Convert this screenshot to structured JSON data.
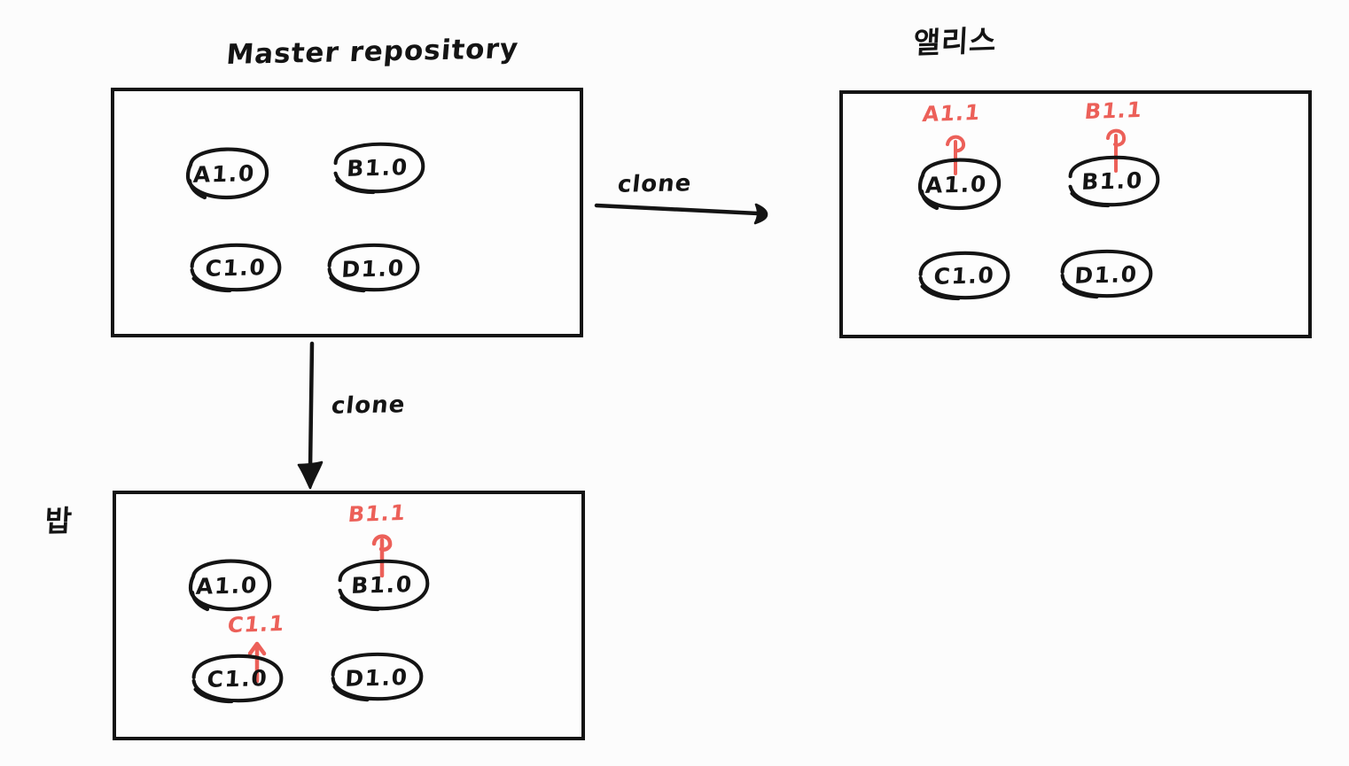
{
  "diagram": {
    "title_master": "Master repository",
    "title_alice": "앨리스",
    "title_bob": "밥",
    "colors": {
      "ink": "#141414",
      "annotation_red": "#ec6059",
      "background": "#fcfcfc"
    },
    "edges": [
      {
        "name": "clone-to-alice",
        "label": "clone",
        "from": "master",
        "to": "alice",
        "direction": "right"
      },
      {
        "name": "clone-to-bob",
        "label": "clone",
        "from": "master",
        "to": "bob",
        "direction": "down"
      }
    ],
    "repos": [
      {
        "id": "master",
        "title": "Master repository",
        "commits": [
          {
            "label": "A1.0",
            "annotation": null
          },
          {
            "label": "B1.0",
            "annotation": null
          },
          {
            "label": "C1.0",
            "annotation": null
          },
          {
            "label": "D1.0",
            "annotation": null
          }
        ]
      },
      {
        "id": "alice",
        "title": "앨리스",
        "commits": [
          {
            "label": "A1.0",
            "annotation": "A1.1"
          },
          {
            "label": "B1.0",
            "annotation": "B1.1"
          },
          {
            "label": "C1.0",
            "annotation": null
          },
          {
            "label": "D1.0",
            "annotation": null
          }
        ]
      },
      {
        "id": "bob",
        "title": "밥",
        "commits": [
          {
            "label": "A1.0",
            "annotation": null
          },
          {
            "label": "B1.0",
            "annotation": "B1.1"
          },
          {
            "label": "C1.0",
            "annotation": "C1.1"
          },
          {
            "label": "D1.0",
            "annotation": null
          }
        ]
      }
    ]
  }
}
